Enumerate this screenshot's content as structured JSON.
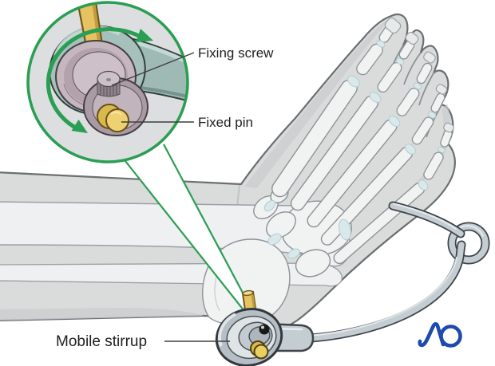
{
  "labels": {
    "fixing_screw": "Fixing screw",
    "fixed_pin": "Fixed pin",
    "mobile_stirrup": "Mobile stirrup"
  },
  "logo": {
    "text": "AO",
    "color": "#1d4bad"
  },
  "colors": {
    "accent_green": "#2a9e52",
    "pin_yellow": "#e6c360",
    "tissue_gray": "#dadcdc",
    "bone_white": "#f1f2f2",
    "metal_gray": "#c3cdd2",
    "clamp_mauve": "#c6b7bf",
    "stirrup_teal": "#a6c0bb",
    "label_text": "#1f1f1f"
  },
  "icons": {
    "rotation_arrow": "double-headed-circular-arrow-icon",
    "magnifier_inset": "zoom-detail-circle-icon"
  }
}
